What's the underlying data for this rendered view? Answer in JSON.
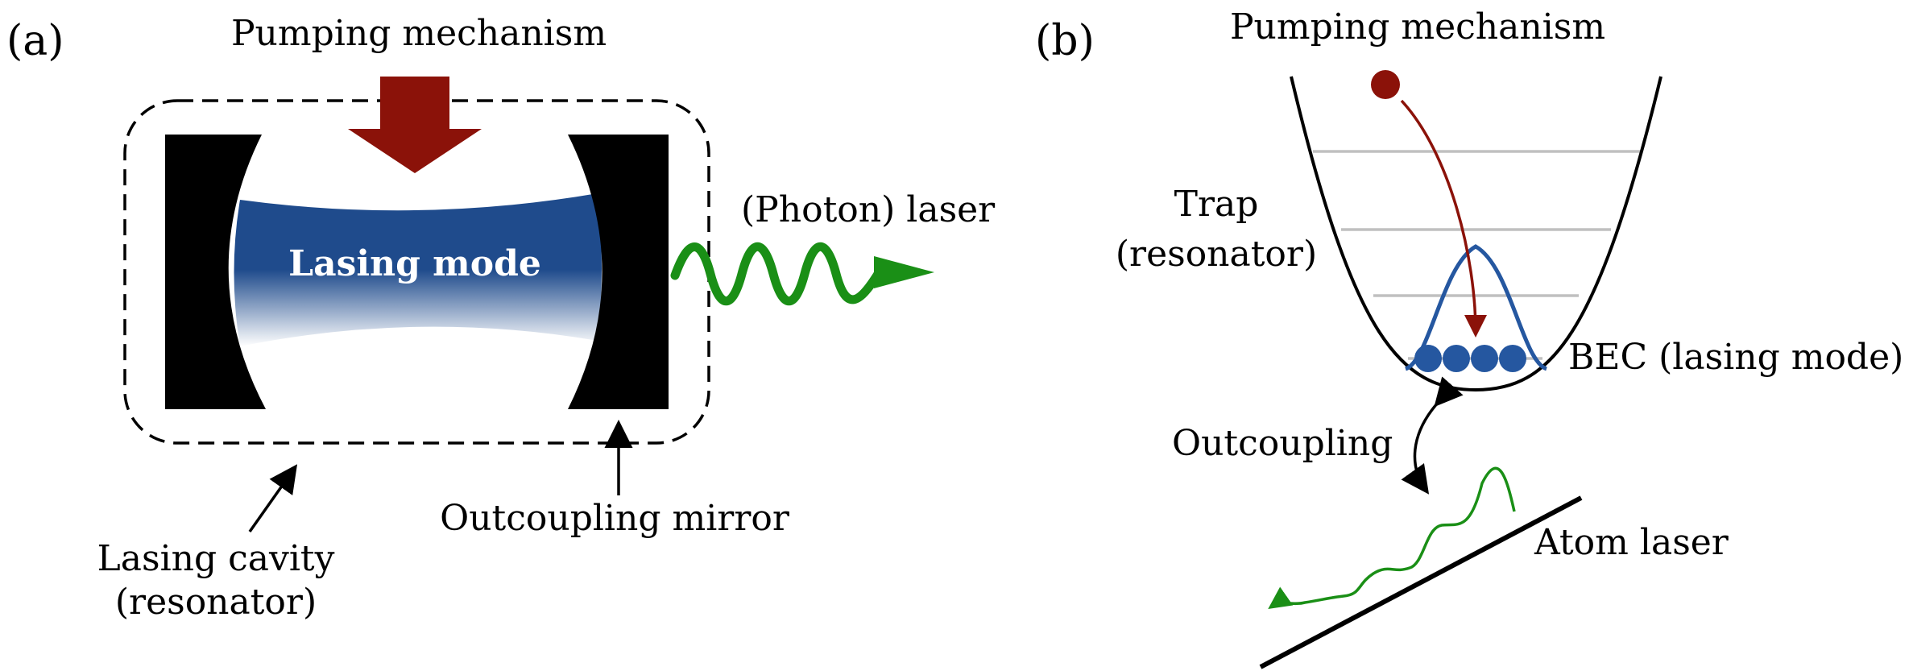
{
  "panel_a": {
    "panel_label": "(a)",
    "pumping_label": "Pumping mechanism",
    "lasing_mode_label": "Lasing mode",
    "photon_laser_label": "(Photon) laser",
    "cavity_label_line1": "Lasing cavity",
    "cavity_label_line2": "(resonator)",
    "outcoupling_mirror_label": "Outcoupling mirror"
  },
  "panel_b": {
    "panel_label": "(b)",
    "pumping_label": "Pumping mechanism",
    "trap_label_line1": "Trap",
    "trap_label_line2": "(resonator)",
    "bec_label": "BEC (lasing mode)",
    "outcoupling_label": "Outcoupling",
    "atom_laser_label": "Atom laser"
  },
  "colors": {
    "pump_arrow": "#8b1209",
    "lasing_mode": "#1f4b8c",
    "laser_wave": "#1a8f16",
    "bec_atoms": "#2557a0",
    "energy_levels": "#c0c0c0"
  }
}
